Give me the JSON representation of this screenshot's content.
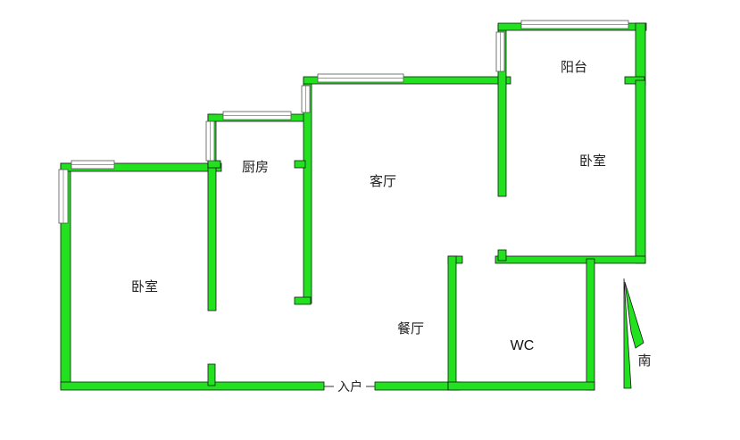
{
  "rooms": {
    "bedroom_left": "卧室",
    "kitchen": "厨房",
    "living_room": "客厅",
    "balcony": "阳台",
    "bedroom_right": "卧室",
    "dining_room": "餐厅",
    "wc": "WC"
  },
  "entrance": "入户",
  "compass": {
    "direction": "南"
  },
  "colors": {
    "wall": "#22e11f"
  }
}
